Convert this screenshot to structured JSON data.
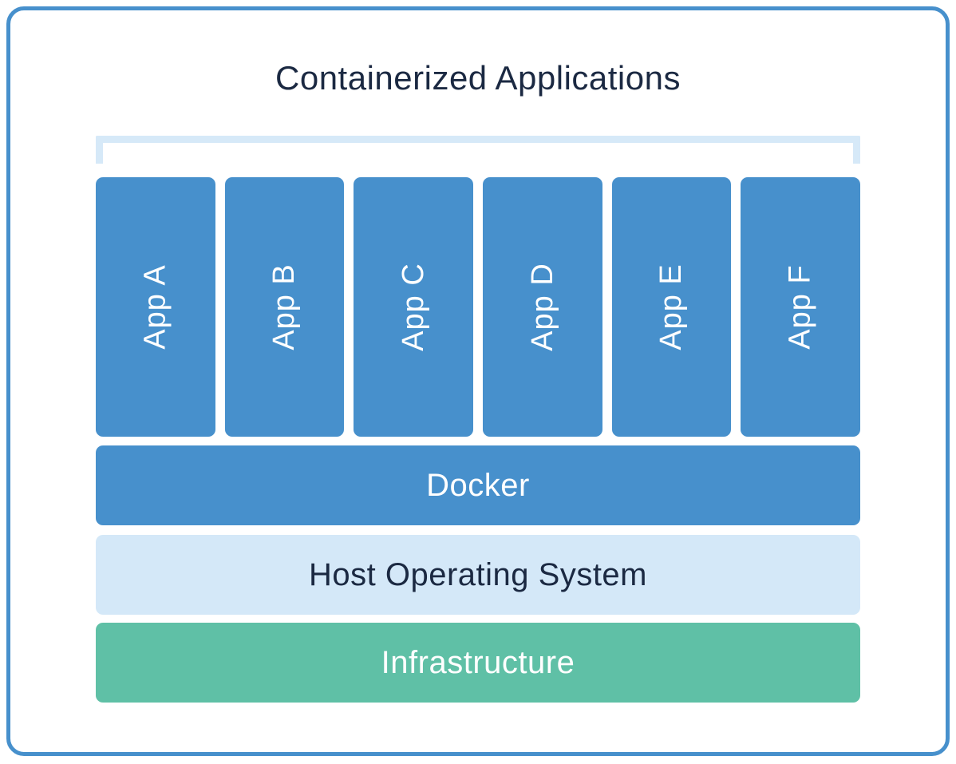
{
  "diagram": {
    "title": "Containerized Applications",
    "apps": [
      {
        "label": "App A"
      },
      {
        "label": "App B"
      },
      {
        "label": "App C"
      },
      {
        "label": "App D"
      },
      {
        "label": "App E"
      },
      {
        "label": "App F"
      }
    ],
    "layers": [
      {
        "id": "docker",
        "label": "Docker",
        "bg": "#4790CC",
        "text_color": "#FFFFFF"
      },
      {
        "id": "host-os",
        "label": "Host Operating System",
        "bg": "#D4E8F8",
        "text_color": "#1B2942"
      },
      {
        "id": "infrastructure",
        "label": "Infrastructure",
        "bg": "#5FC0A6",
        "text_color": "#FFFFFF"
      }
    ],
    "colors": {
      "frame_border": "#4790CC",
      "app_bar": "#4790CC",
      "bracket": "#D6E9F8",
      "title_text": "#1B2942",
      "background": "#FFFFFF"
    }
  }
}
